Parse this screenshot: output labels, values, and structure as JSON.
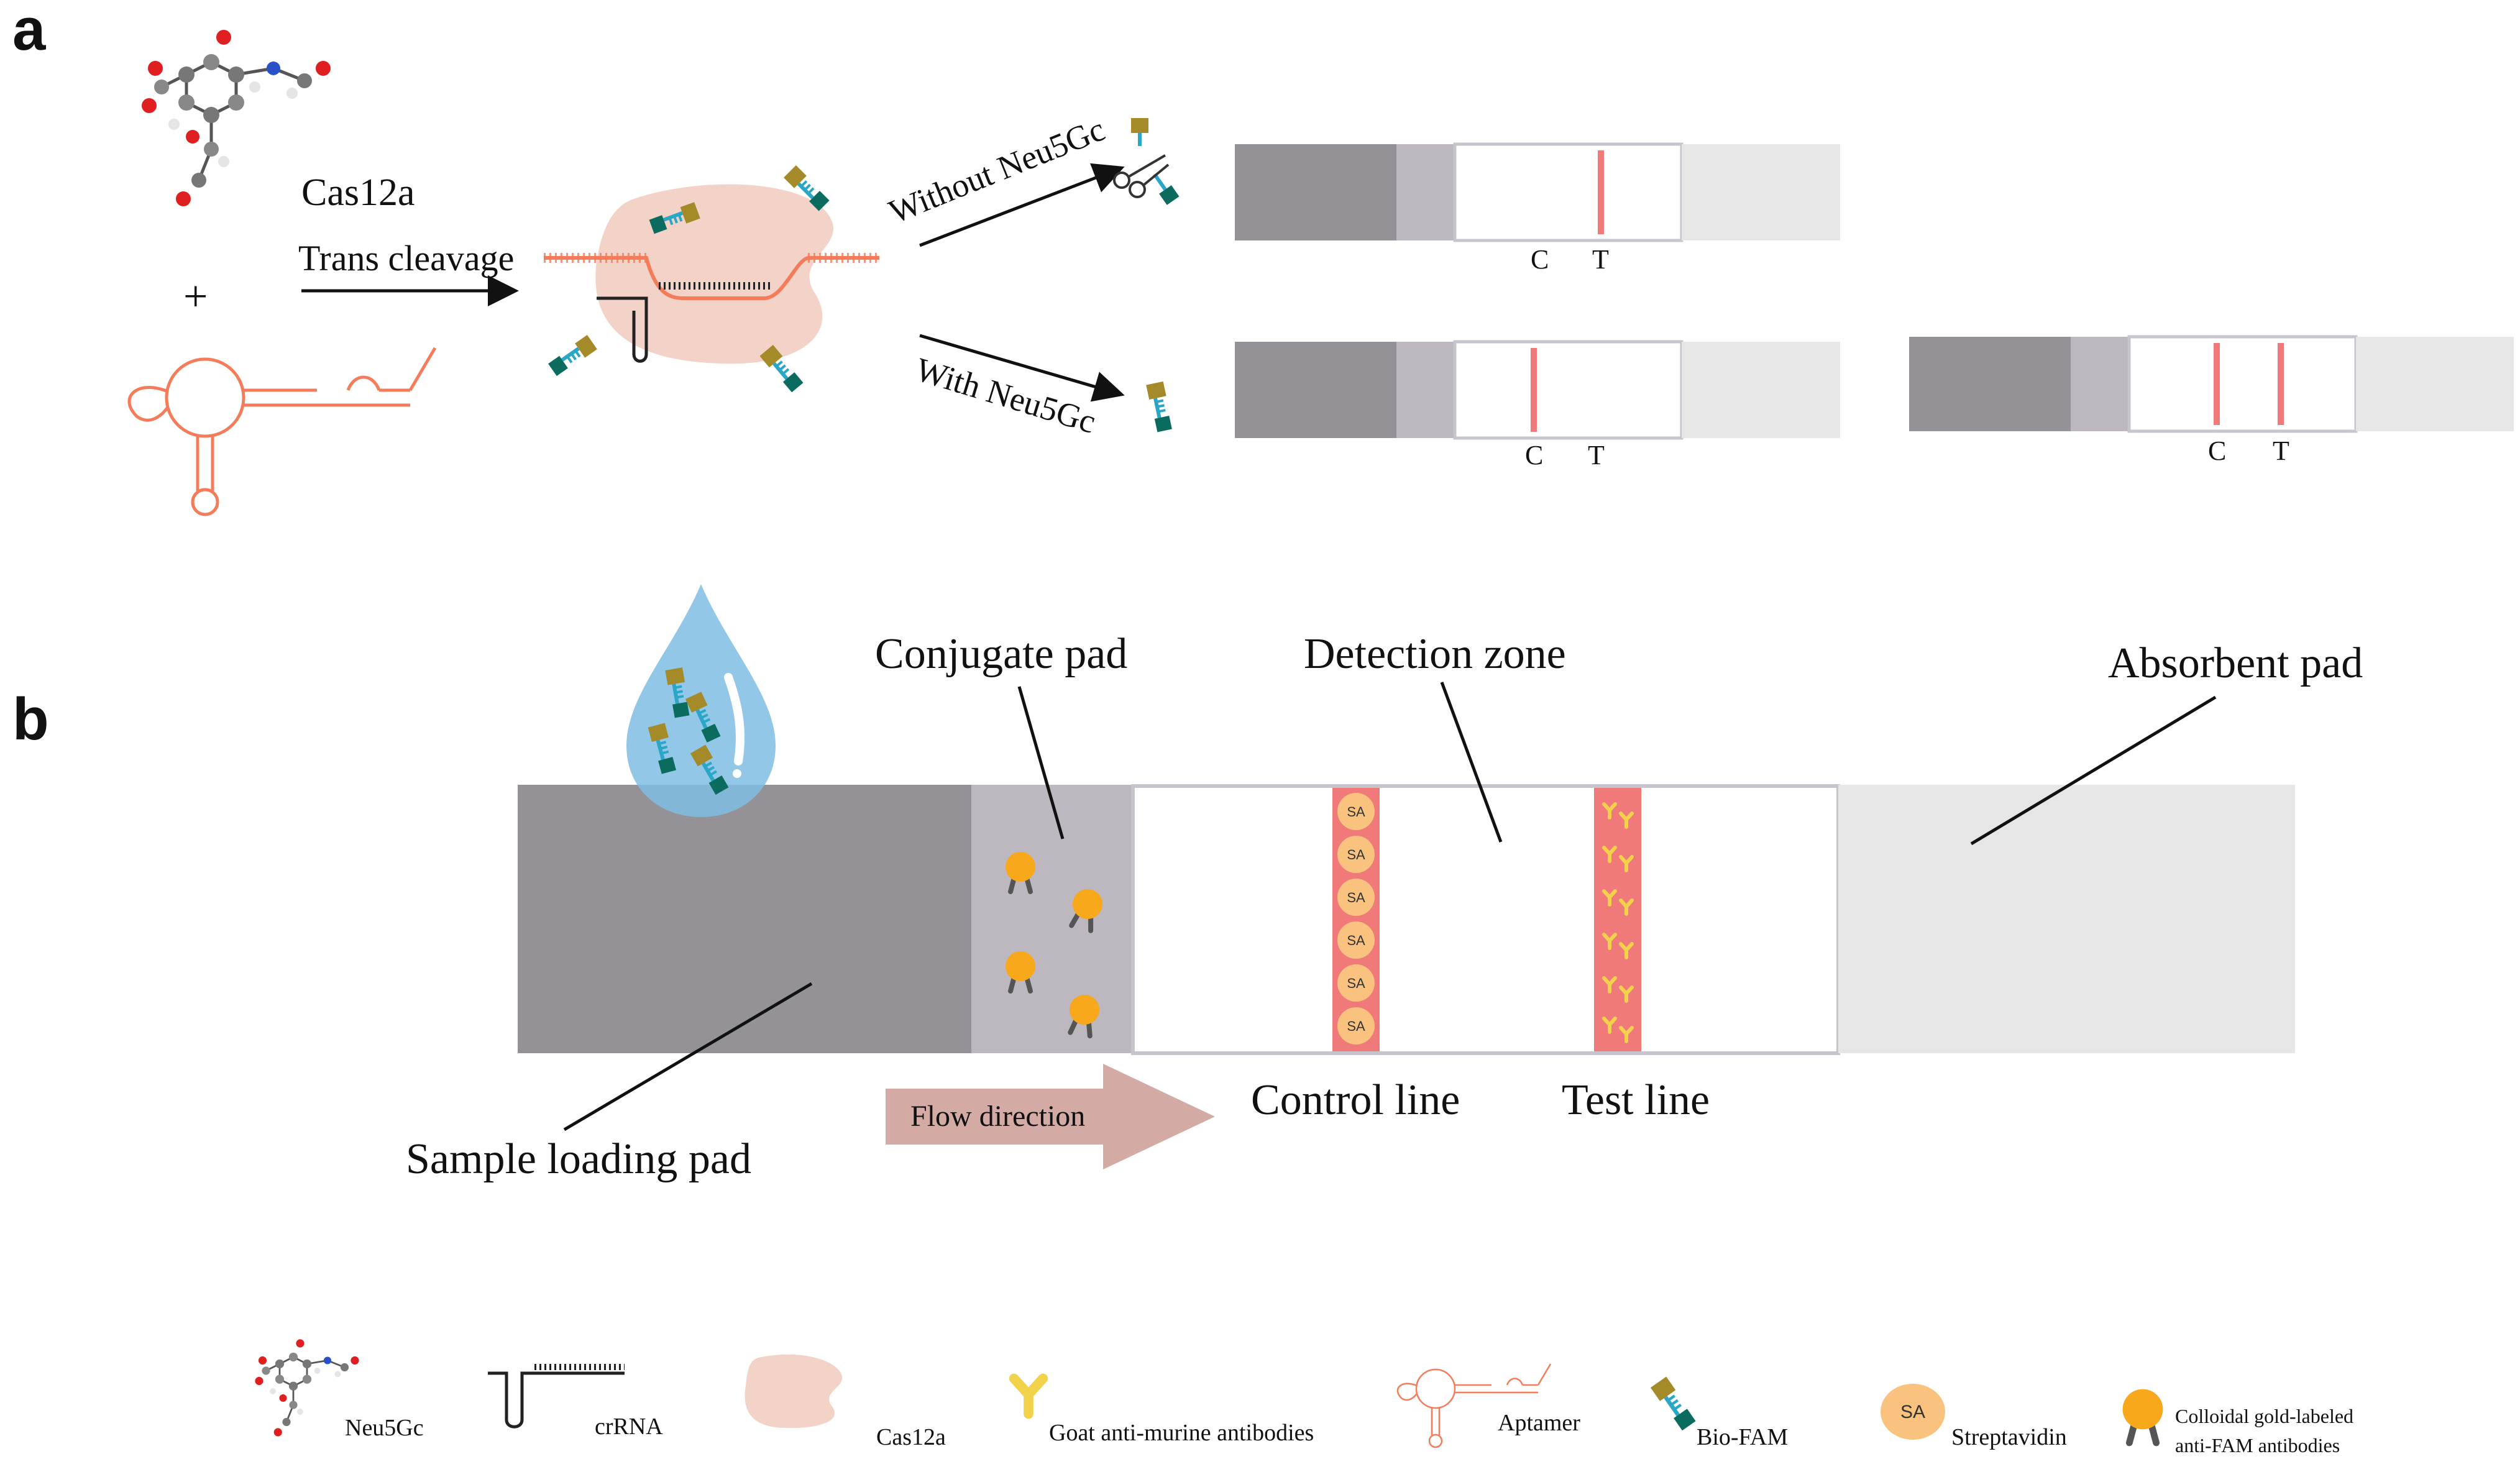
{
  "panel_a": {
    "label": "a",
    "enzyme_label": "Cas12a",
    "reaction_label": "Trans cleavage",
    "plus": "+",
    "branch_without": "Without Neu5Gc",
    "branch_with": "With Neu5Gc",
    "strip_without": {
      "c": "C",
      "t": "T"
    },
    "strip_with": {
      "c": "C",
      "t": "T"
    },
    "strip_both": {
      "c": "C",
      "t": "T"
    }
  },
  "panel_b": {
    "label": "b",
    "conjugate_pad": "Conjugate pad",
    "detection_zone": "Detection zone",
    "absorbent_pad": "Absorbent pad",
    "sample_pad": "Sample loading pad",
    "flow_direction": "Flow direction",
    "control_line": "Control line",
    "test_line": "Test line",
    "sa_badge": "SA"
  },
  "legend": {
    "neu5gc": "Neu5Gc",
    "crrna": "crRNA",
    "cas12a": "Cas12a",
    "antibody": "Goat anti-murine antibodies",
    "aptamer": "Aptamer",
    "biofam": "Bio-FAM",
    "streptavidin": "Streptavidin",
    "sa_badge": "SA",
    "gold_line1": "Colloidal gold-labeled",
    "gold_line2": "anti-FAM antibodies"
  },
  "colors": {
    "sample_pad": "#949296",
    "conjugate_pad": "#bdb8bf",
    "absorbent_pad": "#e6e6e6",
    "band": "#f07a7a",
    "aptamer": "#f47c5a",
    "cas12a": "#f3d2c8",
    "gold": "#f7a81b",
    "sa": "#f9c27e",
    "bio": "#a58a2a",
    "fam": "#0c6b5f",
    "flow_arrow": "#d3aaa4",
    "drop": "#7fbde3"
  }
}
